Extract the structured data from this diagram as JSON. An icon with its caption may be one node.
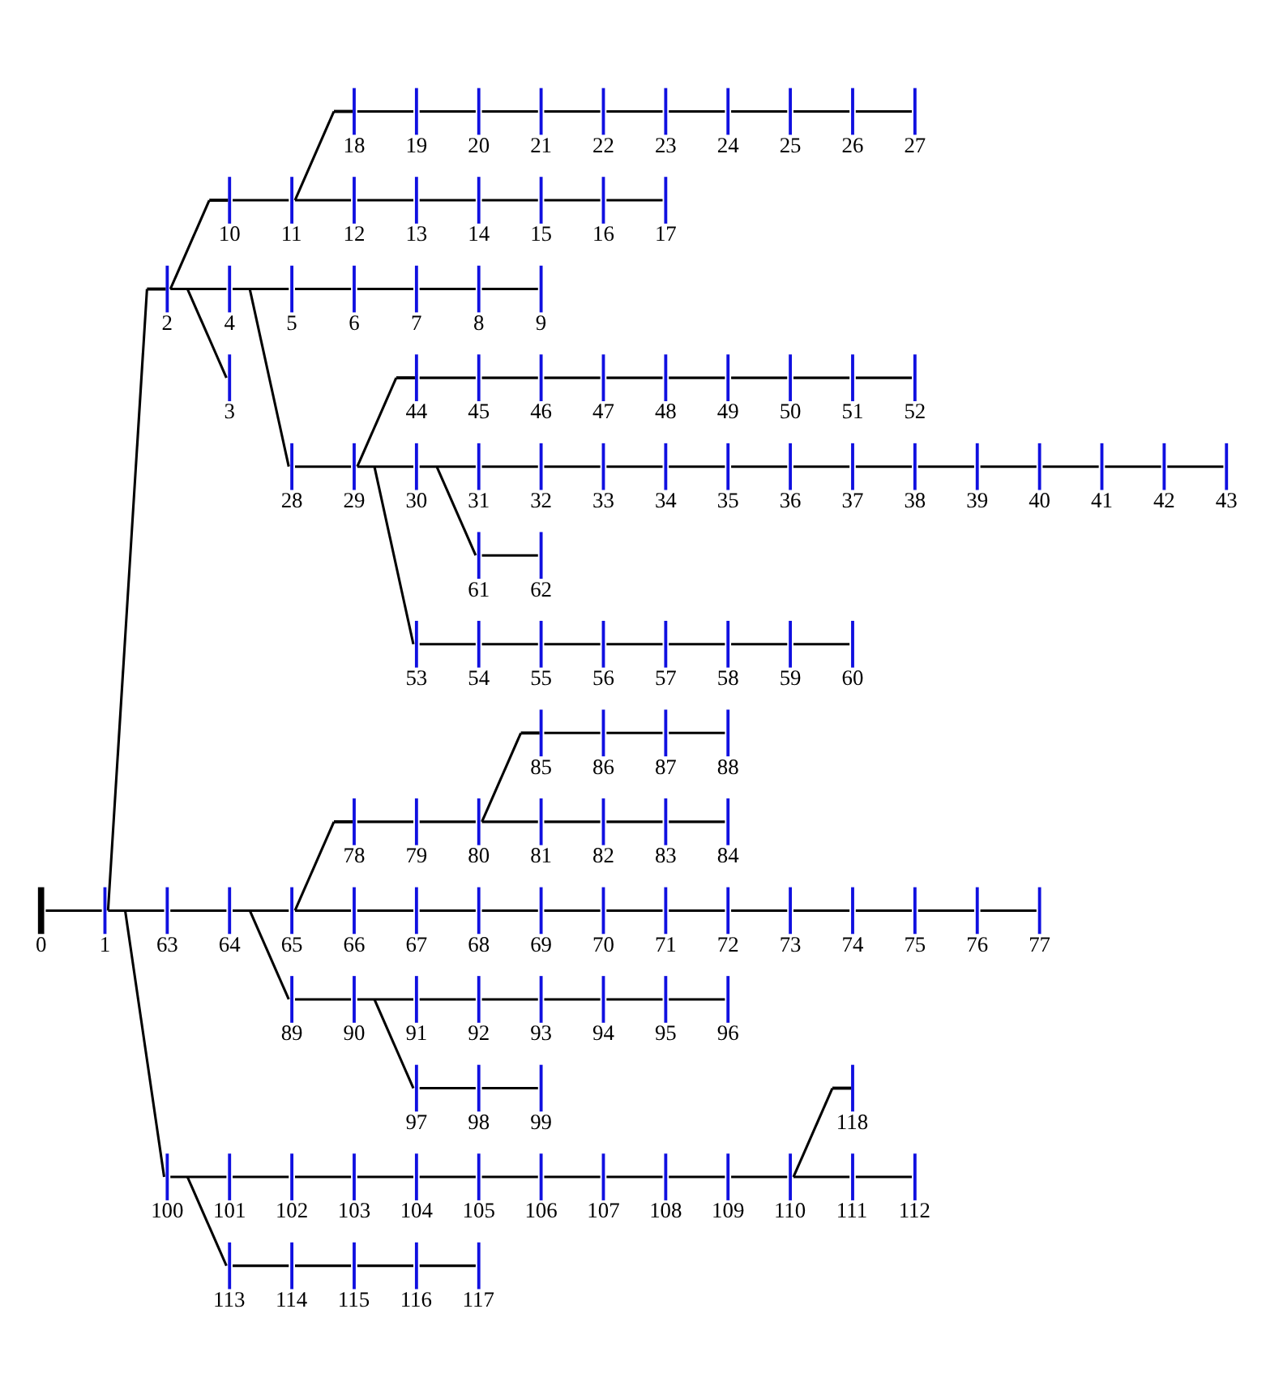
{
  "diagram": {
    "nodes": [
      {
        "text": [
          "0"
        ]
      },
      {
        "text": [
          "1"
        ]
      },
      {
        "text": [
          "2"
        ]
      },
      {
        "text": [
          "3"
        ]
      },
      {
        "text": [
          "4"
        ]
      },
      {
        "text": [
          "5"
        ]
      },
      {
        "text": [
          "6"
        ]
      },
      {
        "text": [
          "7"
        ]
      },
      {
        "text": [
          "8"
        ]
      },
      {
        "text": [
          "9"
        ]
      },
      {
        "text": [
          "10"
        ]
      },
      {
        "text": [
          "11"
        ]
      },
      {
        "text": [
          "12"
        ]
      },
      {
        "text": [
          "13"
        ]
      },
      {
        "text": [
          "14"
        ]
      },
      {
        "text": [
          "15"
        ]
      },
      {
        "text": [
          "16"
        ]
      },
      {
        "text": [
          "17"
        ]
      },
      {
        "text": [
          "18"
        ]
      },
      {
        "text": [
          "19"
        ]
      },
      {
        "text": [
          "20"
        ]
      },
      {
        "text": [
          "21"
        ]
      },
      {
        "text": [
          "22"
        ]
      },
      {
        "text": [
          "23"
        ]
      },
      {
        "text": [
          "24"
        ]
      },
      {
        "text": [
          "25"
        ]
      },
      {
        "text": [
          "26"
        ]
      },
      {
        "text": [
          "27"
        ]
      },
      {
        "text": [
          "28"
        ]
      },
      {
        "text": [
          "29"
        ]
      },
      {
        "text": [
          "30"
        ]
      },
      {
        "text": [
          "31"
        ]
      },
      {
        "text": [
          "32"
        ]
      },
      {
        "text": [
          "33"
        ]
      },
      {
        "text": [
          "34"
        ]
      },
      {
        "text": [
          "35"
        ]
      },
      {
        "text": [
          "36"
        ]
      },
      {
        "text": [
          "37"
        ]
      },
      {
        "text": [
          "38"
        ]
      },
      {
        "text": [
          "39"
        ]
      },
      {
        "text": [
          "40"
        ]
      },
      {
        "text": [
          "41"
        ]
      },
      {
        "text": [
          "42"
        ]
      },
      {
        "text": [
          "43"
        ]
      },
      {
        "text": [
          "44"
        ]
      },
      {
        "text": [
          "45"
        ]
      },
      {
        "text": [
          "46"
        ]
      },
      {
        "text": [
          "47"
        ]
      },
      {
        "text": [
          "48"
        ]
      },
      {
        "text": [
          "49"
        ]
      },
      {
        "text": [
          "50"
        ]
      },
      {
        "text": [
          "51"
        ]
      },
      {
        "text": [
          "52"
        ]
      },
      {
        "text": [
          "53"
        ]
      },
      {
        "text": [
          "54"
        ]
      },
      {
        "text": [
          "55"
        ]
      },
      {
        "text": [
          "56"
        ]
      },
      {
        "text": [
          "57"
        ]
      },
      {
        "text": [
          "58"
        ]
      },
      {
        "text": [
          "59"
        ]
      },
      {
        "text": [
          "60"
        ]
      },
      {
        "text": [
          "61"
        ]
      },
      {
        "text": [
          "62"
        ]
      },
      {
        "text": [
          "63"
        ]
      },
      {
        "text": [
          "64"
        ]
      },
      {
        "text": [
          "65"
        ]
      },
      {
        "text": [
          "66"
        ]
      },
      {
        "text": [
          "67"
        ]
      },
      {
        "text": [
          "68"
        ]
      },
      {
        "text": [
          "69"
        ]
      },
      {
        "text": [
          "70"
        ]
      },
      {
        "text": [
          "71"
        ]
      },
      {
        "text": [
          "72"
        ]
      },
      {
        "text": [
          "73"
        ]
      },
      {
        "text": [
          "74"
        ]
      },
      {
        "text": [
          "75"
        ]
      },
      {
        "text": [
          "76"
        ]
      },
      {
        "text": [
          "77"
        ]
      },
      {
        "text": [
          "78"
        ]
      },
      {
        "text": [
          "79"
        ]
      },
      {
        "text": [
          "80"
        ]
      },
      {
        "text": [
          "81"
        ]
      },
      {
        "text": [
          "82"
        ]
      },
      {
        "text": [
          "83"
        ]
      },
      {
        "text": [
          "84"
        ]
      },
      {
        "text": [
          "85"
        ]
      },
      {
        "text": [
          "86"
        ]
      },
      {
        "text": [
          "87"
        ]
      },
      {
        "text": [
          "88"
        ]
      },
      {
        "text": [
          "89"
        ]
      },
      {
        "text": [
          "90"
        ]
      },
      {
        "text": [
          "91"
        ]
      },
      {
        "text": [
          "92"
        ]
      },
      {
        "text": [
          "93"
        ]
      },
      {
        "text": [
          "94"
        ]
      },
      {
        "text": [
          "95"
        ]
      },
      {
        "text": [
          "96"
        ]
      },
      {
        "text": [
          "97"
        ]
      },
      {
        "text": [
          "98"
        ]
      },
      {
        "text": [
          "99"
        ]
      },
      {
        "text": [
          "100"
        ]
      },
      {
        "text": [
          "101"
        ]
      },
      {
        "text": [
          "102"
        ]
      },
      {
        "text": [
          "103"
        ]
      },
      {
        "text": [
          "104"
        ]
      },
      {
        "text": [
          "105"
        ]
      },
      {
        "text": [
          "106"
        ]
      },
      {
        "text": [
          "107"
        ]
      },
      {
        "text": [
          "108"
        ]
      },
      {
        "text": [
          "109"
        ]
      },
      {
        "text": [
          "110"
        ]
      },
      {
        "text": [
          "111"
        ]
      },
      {
        "text": [
          "112"
        ]
      },
      {
        "text": [
          "113"
        ]
      },
      {
        "text": [
          "114"
        ]
      },
      {
        "text": [
          "115"
        ]
      },
      {
        "text": [
          "116"
        ]
      },
      {
        "text": [
          "117"
        ]
      },
      {
        "text": [
          "118"
        ]
      }
    ],
    "edges": [
      {
        "from": 0,
        "to": 1,
        "arrow": "none"
      },
      {
        "from": 1,
        "to": 2,
        "arrow": "none"
      },
      {
        "from": 1,
        "to": 63,
        "arrow": "none"
      },
      {
        "from": 1,
        "to": 100,
        "arrow": "none"
      },
      {
        "from": 2,
        "to": 10,
        "arrow": "none"
      },
      {
        "from": 2,
        "to": 4,
        "arrow": "none"
      },
      {
        "from": 2,
        "to": 3,
        "arrow": "none"
      },
      {
        "from": 10,
        "to": 11,
        "arrow": "none"
      },
      {
        "from": 11,
        "to": 18,
        "arrow": "none"
      },
      {
        "from": 11,
        "to": 12,
        "arrow": "none"
      },
      {
        "from": 12,
        "to": 13,
        "arrow": "none"
      },
      {
        "from": 13,
        "to": 14,
        "arrow": "none"
      },
      {
        "from": 14,
        "to": 15,
        "arrow": "none"
      },
      {
        "from": 15,
        "to": 16,
        "arrow": "none"
      },
      {
        "from": 16,
        "to": 17,
        "arrow": "none"
      },
      {
        "from": 18,
        "to": 19,
        "arrow": "none"
      },
      {
        "from": 19,
        "to": 20,
        "arrow": "none"
      },
      {
        "from": 20,
        "to": 21,
        "arrow": "none"
      },
      {
        "from": 21,
        "to": 22,
        "arrow": "none"
      },
      {
        "from": 22,
        "to": 23,
        "arrow": "none"
      },
      {
        "from": 23,
        "to": 24,
        "arrow": "none"
      },
      {
        "from": 24,
        "to": 25,
        "arrow": "none"
      },
      {
        "from": 25,
        "to": 26,
        "arrow": "none"
      },
      {
        "from": 26,
        "to": 27,
        "arrow": "none"
      },
      {
        "from": 4,
        "to": 5,
        "arrow": "none"
      },
      {
        "from": 4,
        "to": 28,
        "arrow": "none"
      },
      {
        "from": 5,
        "to": 6,
        "arrow": "none"
      },
      {
        "from": 6,
        "to": 7,
        "arrow": "none"
      },
      {
        "from": 7,
        "to": 8,
        "arrow": "none"
      },
      {
        "from": 8,
        "to": 9,
        "arrow": "none"
      },
      {
        "from": 28,
        "to": 29,
        "arrow": "none"
      },
      {
        "from": 29,
        "to": 44,
        "arrow": "none"
      },
      {
        "from": 29,
        "to": 30,
        "arrow": "none"
      },
      {
        "from": 29,
        "to": 53,
        "arrow": "none"
      },
      {
        "from": 44,
        "to": 45,
        "arrow": "none"
      },
      {
        "from": 45,
        "to": 46,
        "arrow": "none"
      },
      {
        "from": 46,
        "to": 47,
        "arrow": "none"
      },
      {
        "from": 47,
        "to": 48,
        "arrow": "none"
      },
      {
        "from": 48,
        "to": 49,
        "arrow": "none"
      },
      {
        "from": 49,
        "to": 50,
        "arrow": "none"
      },
      {
        "from": 50,
        "to": 51,
        "arrow": "none"
      },
      {
        "from": 51,
        "to": 52,
        "arrow": "none"
      },
      {
        "from": 30,
        "to": 31,
        "arrow": "none"
      },
      {
        "from": 30,
        "to": 61,
        "arrow": "none"
      },
      {
        "from": 31,
        "to": 32,
        "arrow": "none"
      },
      {
        "from": 32,
        "to": 33,
        "arrow": "none"
      },
      {
        "from": 33,
        "to": 34,
        "arrow": "none"
      },
      {
        "from": 34,
        "to": 35,
        "arrow": "none"
      },
      {
        "from": 35,
        "to": 36,
        "arrow": "none"
      },
      {
        "from": 36,
        "to": 37,
        "arrow": "none"
      },
      {
        "from": 37,
        "to": 38,
        "arrow": "none"
      },
      {
        "from": 38,
        "to": 39,
        "arrow": "none"
      },
      {
        "from": 39,
        "to": 40,
        "arrow": "none"
      },
      {
        "from": 40,
        "to": 41,
        "arrow": "none"
      },
      {
        "from": 41,
        "to": 42,
        "arrow": "none"
      },
      {
        "from": 42,
        "to": 43,
        "arrow": "none"
      },
      {
        "from": 61,
        "to": 62,
        "arrow": "none"
      },
      {
        "from": 53,
        "to": 54,
        "arrow": "none"
      },
      {
        "from": 54,
        "to": 55,
        "arrow": "none"
      },
      {
        "from": 55,
        "to": 56,
        "arrow": "none"
      },
      {
        "from": 56,
        "to": 57,
        "arrow": "none"
      },
      {
        "from": 57,
        "to": 58,
        "arrow": "none"
      },
      {
        "from": 58,
        "to": 59,
        "arrow": "none"
      },
      {
        "from": 59,
        "to": 60,
        "arrow": "none"
      },
      {
        "from": 63,
        "to": 64,
        "arrow": "none"
      },
      {
        "from": 64,
        "to": 65,
        "arrow": "none"
      },
      {
        "from": 64,
        "to": 89,
        "arrow": "none"
      },
      {
        "from": 65,
        "to": 78,
        "arrow": "none"
      },
      {
        "from": 65,
        "to": 66,
        "arrow": "none"
      },
      {
        "from": 66,
        "to": 67,
        "arrow": "none"
      },
      {
        "from": 67,
        "to": 68,
        "arrow": "none"
      },
      {
        "from": 68,
        "to": 69,
        "arrow": "none"
      },
      {
        "from": 69,
        "to": 70,
        "arrow": "none"
      },
      {
        "from": 70,
        "to": 71,
        "arrow": "none"
      },
      {
        "from": 71,
        "to": 72,
        "arrow": "none"
      },
      {
        "from": 72,
        "to": 73,
        "arrow": "none"
      },
      {
        "from": 73,
        "to": 74,
        "arrow": "none"
      },
      {
        "from": 74,
        "to": 75,
        "arrow": "none"
      },
      {
        "from": 75,
        "to": 76,
        "arrow": "none"
      },
      {
        "from": 76,
        "to": 77,
        "arrow": "none"
      },
      {
        "from": 78,
        "to": 79,
        "arrow": "none"
      },
      {
        "from": 79,
        "to": 80,
        "arrow": "none"
      },
      {
        "from": 80,
        "to": 85,
        "arrow": "none"
      },
      {
        "from": 80,
        "to": 81,
        "arrow": "none"
      },
      {
        "from": 81,
        "to": 82,
        "arrow": "none"
      },
      {
        "from": 82,
        "to": 83,
        "arrow": "none"
      },
      {
        "from": 83,
        "to": 84,
        "arrow": "none"
      },
      {
        "from": 85,
        "to": 86,
        "arrow": "none"
      },
      {
        "from": 86,
        "to": 87,
        "arrow": "none"
      },
      {
        "from": 87,
        "to": 88,
        "arrow": "none"
      },
      {
        "from": 89,
        "to": 90,
        "arrow": "none"
      },
      {
        "from": 90,
        "to": 91,
        "arrow": "none"
      },
      {
        "from": 90,
        "to": 97,
        "arrow": "none"
      },
      {
        "from": 91,
        "to": 92,
        "arrow": "none"
      },
      {
        "from": 92,
        "to": 93,
        "arrow": "none"
      },
      {
        "from": 93,
        "to": 94,
        "arrow": "none"
      },
      {
        "from": 94,
        "to": 95,
        "arrow": "none"
      },
      {
        "from": 95,
        "to": 96,
        "arrow": "none"
      },
      {
        "from": 97,
        "to": 98,
        "arrow": "none"
      },
      {
        "from": 98,
        "to": 99,
        "arrow": "none"
      },
      {
        "from": 100,
        "to": 101,
        "arrow": "none"
      },
      {
        "from": 100,
        "to": 113,
        "arrow": "none"
      },
      {
        "from": 101,
        "to": 102,
        "arrow": "none"
      },
      {
        "from": 102,
        "to": 103,
        "arrow": "none"
      },
      {
        "from": 103,
        "to": 104,
        "arrow": "none"
      },
      {
        "from": 104,
        "to": 105,
        "arrow": "none"
      },
      {
        "from": 105,
        "to": 106,
        "arrow": "none"
      },
      {
        "from": 106,
        "to": 107,
        "arrow": "none"
      },
      {
        "from": 107,
        "to": 108,
        "arrow": "none"
      },
      {
        "from": 108,
        "to": 109,
        "arrow": "none"
      },
      {
        "from": 109,
        "to": 110,
        "arrow": "none"
      },
      {
        "from": 110,
        "to": 118,
        "arrow": "none"
      },
      {
        "from": 110,
        "to": 111,
        "arrow": "none"
      },
      {
        "from": 111,
        "to": 112,
        "arrow": "none"
      },
      {
        "from": 113,
        "to": 114,
        "arrow": "none"
      },
      {
        "from": 114,
        "to": 115,
        "arrow": "none"
      },
      {
        "from": 115,
        "to": 116,
        "arrow": "none"
      },
      {
        "from": 116,
        "to": 117,
        "arrow": "none"
      }
    ]
  }
}
